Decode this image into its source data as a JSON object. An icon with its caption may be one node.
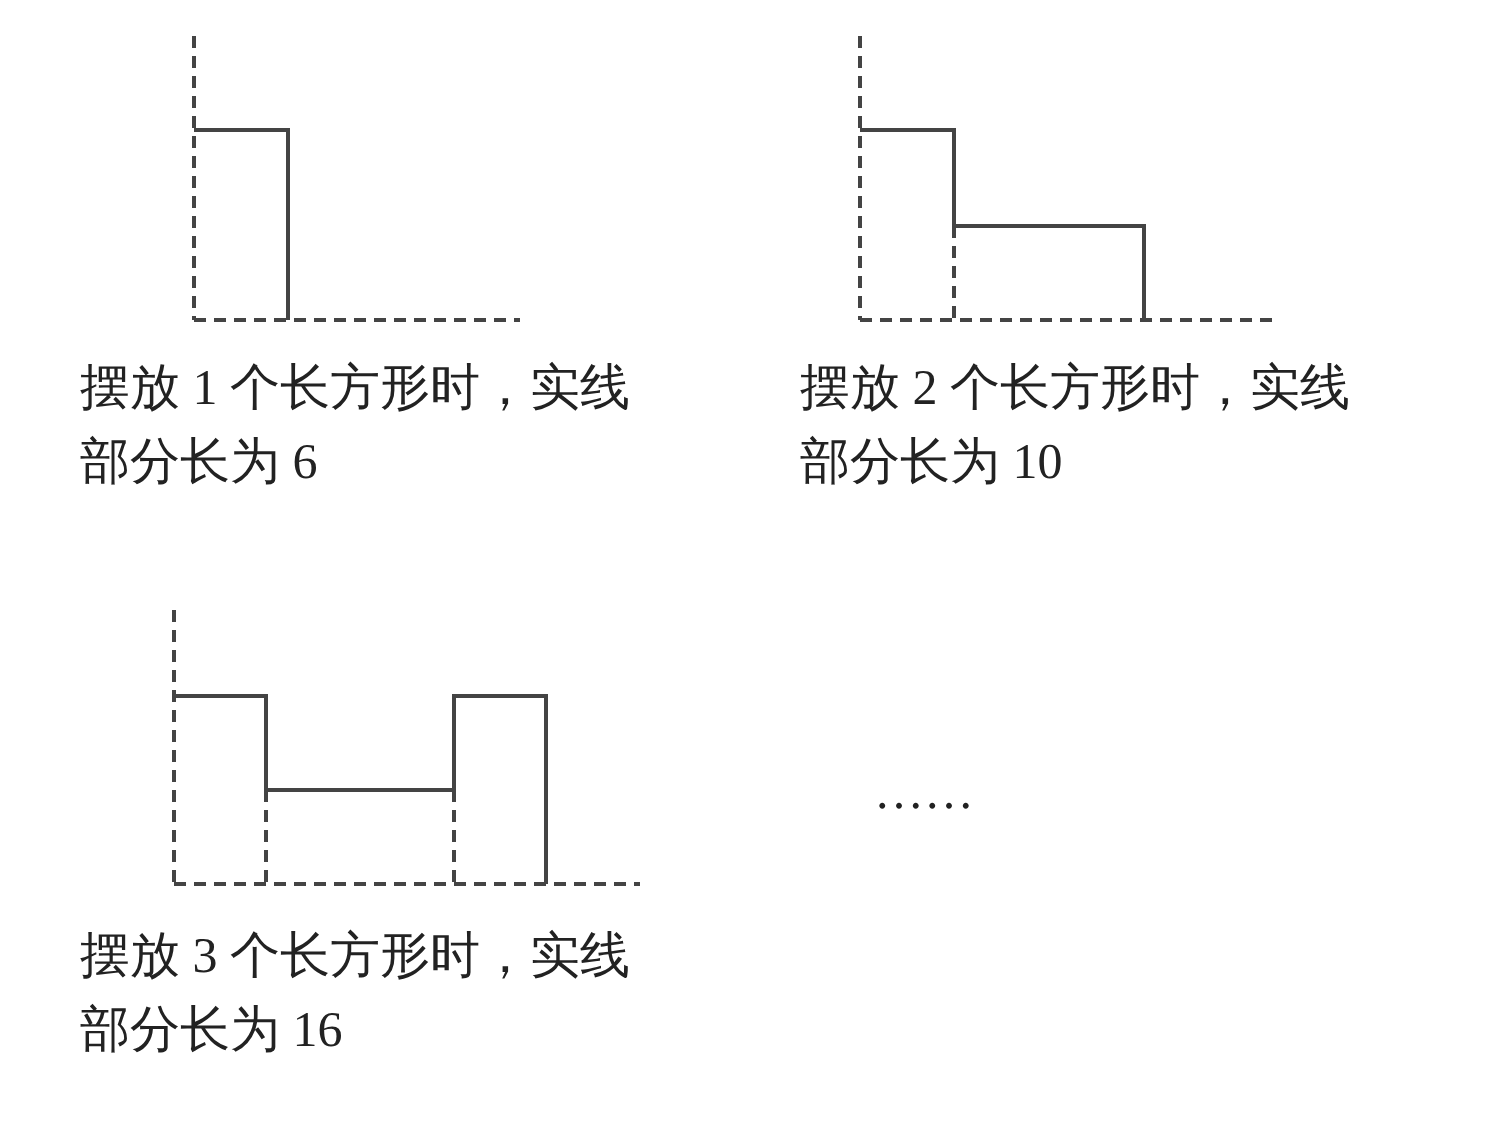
{
  "diagram": {
    "labels": [
      "摆放 1 个长方形时，实线部分长为 6",
      "摆放 2 个长方形时，实线部分长为 10",
      "摆放 3 个长方形时，实线部分长为 16",
      "……"
    ]
  }
}
